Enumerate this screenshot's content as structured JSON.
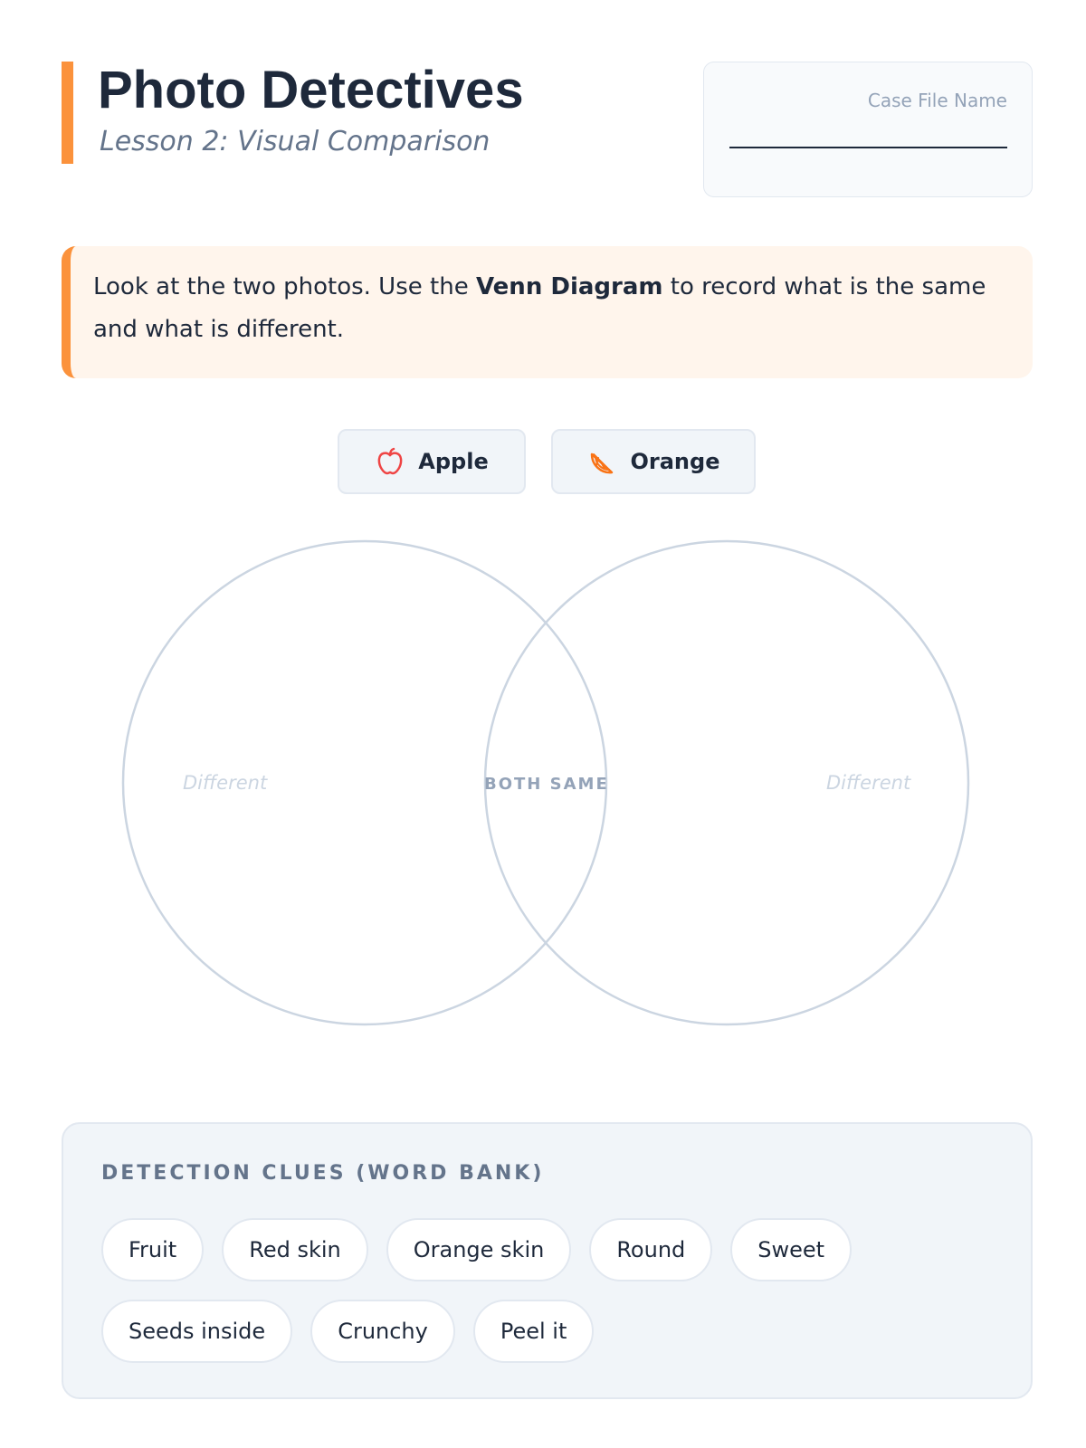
{
  "header": {
    "title": "Photo Detectives",
    "subtitle": "Lesson 2: Visual Comparison",
    "case_file_label": "Case File Name"
  },
  "instruction": {
    "before": "Look at the two photos. Use the ",
    "bold": "Venn Diagram",
    "after": " to record what is the same and what is different."
  },
  "legend": {
    "apple": {
      "label": "Apple",
      "icon": "apple-icon",
      "color": "#ef4444"
    },
    "orange": {
      "label": "Orange",
      "icon": "orange-slice-icon",
      "color": "#f97316"
    }
  },
  "venn": {
    "left_label": "Different",
    "center_label": "BOTH SAME",
    "right_label": "Different"
  },
  "word_bank": {
    "title": "DETECTION CLUES (WORD BANK)",
    "words": [
      "Fruit",
      "Red skin",
      "Orange skin",
      "Round",
      "Sweet",
      "Seeds inside",
      "Crunchy",
      "Peel it"
    ]
  },
  "colors": {
    "accent": "#fb923c",
    "instruction_bg": "#fff5ec",
    "circle_stroke": "#cbd5e1"
  }
}
